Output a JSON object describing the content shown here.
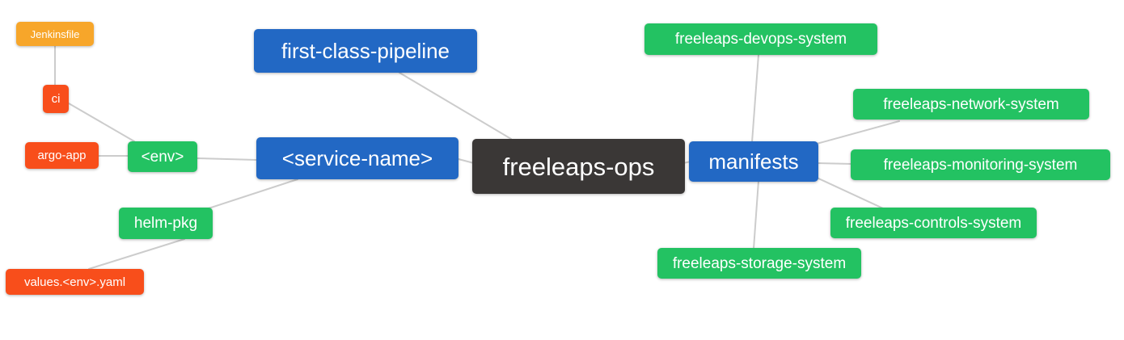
{
  "diagram": {
    "type": "mindmap",
    "colors": {
      "background": "#ffffff",
      "text": "#ffffff",
      "edge": "#cccccc",
      "root_bg": "#3a3736",
      "level1_bg": "#2268c4",
      "level2_bg": "#23c262",
      "level3_bg": "#f84e1b",
      "level4_bg": "#f7a62a"
    },
    "nodes": {
      "freeleaps_ops": {
        "label": "freeleaps-ops",
        "level": "root"
      },
      "first_class_pipeline": {
        "label": "first-class-pipeline",
        "level": 1
      },
      "service_name": {
        "label": "<service-name>",
        "level": 1
      },
      "manifests": {
        "label": "manifests",
        "level": 1
      },
      "env": {
        "label": "<env>",
        "level": 2
      },
      "helm_pkg": {
        "label": "helm-pkg",
        "level": 2
      },
      "ci": {
        "label": "ci",
        "level": 3
      },
      "argo_app": {
        "label": "argo-app",
        "level": 3
      },
      "values_env_yaml": {
        "label": "values.<env>.yaml",
        "level": 3
      },
      "jenkinsfile": {
        "label": "Jenkinsfile",
        "level": 4
      },
      "devops_system": {
        "label": "freeleaps-devops-system",
        "level": 2
      },
      "network_system": {
        "label": "freeleaps-network-system",
        "level": 2
      },
      "monitoring_system": {
        "label": "freeleaps-monitoring-system",
        "level": 2
      },
      "controls_system": {
        "label": "freeleaps-controls-system",
        "level": 2
      },
      "storage_system": {
        "label": "freeleaps-storage-system",
        "level": 2
      }
    },
    "edges": [
      [
        "jenkinsfile",
        "ci"
      ],
      [
        "ci",
        "env"
      ],
      [
        "argo_app",
        "env"
      ],
      [
        "env",
        "service_name"
      ],
      [
        "values_env_yaml",
        "helm_pkg"
      ],
      [
        "helm_pkg",
        "service_name"
      ],
      [
        "first_class_pipeline",
        "freeleaps_ops"
      ],
      [
        "service_name",
        "freeleaps_ops"
      ],
      [
        "freeleaps_ops",
        "manifests"
      ],
      [
        "manifests",
        "devops_system"
      ],
      [
        "manifests",
        "network_system"
      ],
      [
        "manifests",
        "monitoring_system"
      ],
      [
        "manifests",
        "controls_system"
      ],
      [
        "manifests",
        "storage_system"
      ]
    ]
  }
}
